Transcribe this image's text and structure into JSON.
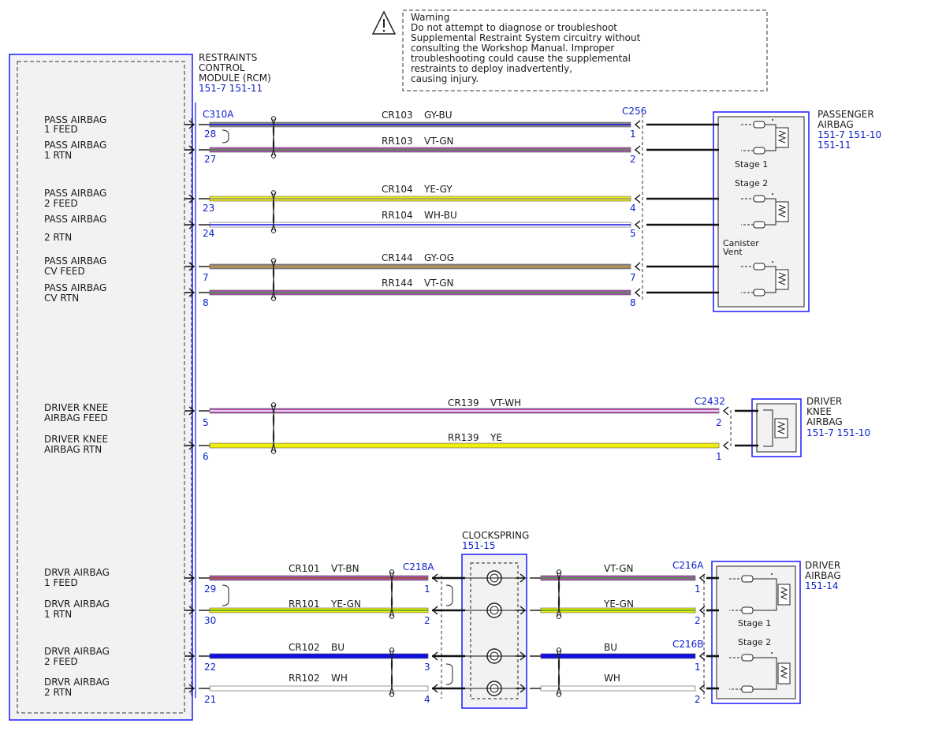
{
  "colors": {
    "frame_blue": "#1a1aff",
    "text_blue": "#0b1fcc",
    "module_fill": "#f2f2f2",
    "GY": "#8a8a8a",
    "BU": "#1010e0",
    "VT": "#b050b0",
    "GN": "#3a9a3a",
    "YE": "#f0ee10",
    "WH": "#ffffff",
    "OG": "#e08a1a",
    "BN": "#8a5a2a",
    "PK": "#f0a8f0"
  },
  "warning": {
    "lines": [
      "Warning",
      "Do not attempt to diagnose or troubleshoot",
      "Supplemental Restraint System circuitry without",
      "consulting the Workshop Manual. Improper",
      "troubleshooting could cause the supplemental",
      "restraints to deploy inadvertently,",
      "causing injury."
    ]
  },
  "rcm": {
    "title_lines": [
      "RESTRAINTS",
      "CONTROL",
      "MODULE (RCM)"
    ],
    "ref": "151-7  151-11",
    "connector": "C310A",
    "labels": [
      [
        "PASS AIRBAG",
        "1 FEED"
      ],
      [
        "PASS AIRBAG",
        "1 RTN"
      ],
      [
        "PASS AIRBAG",
        "2 FEED"
      ],
      [
        "PASS AIRBAG",
        ""
      ],
      [
        "2 RTN"
      ],
      [
        "PASS AIRBAG",
        "CV FEED"
      ],
      [
        "PASS AIRBAG",
        "CV RTN"
      ],
      [
        "DRIVER KNEE",
        "AIRBAG FEED"
      ],
      [
        "DRIVER KNEE",
        "AIRBAG RTN"
      ],
      [
        "DRVR AIRBAG",
        "1 FEED"
      ],
      [
        "DRVR AIRBAG",
        "1 RTN"
      ],
      [
        "DRVR AIRBAG",
        "2 FEED"
      ],
      [
        "DRVR AIRBAG",
        "2 RTN"
      ]
    ]
  },
  "passenger_airbag": {
    "title_lines": [
      "PASSENGER",
      "AIRBAG"
    ],
    "ref_lines": [
      "151-7  151-10",
      "151-11"
    ],
    "connector": "C256",
    "stage1": "Stage 1",
    "stage2": "Stage 2",
    "vent_lines": [
      "Canister",
      "Vent"
    ]
  },
  "knee_airbag": {
    "title_lines": [
      "DRIVER",
      "KNEE",
      "AIRBAG"
    ],
    "ref": "151-7  151-10",
    "connector": "C2432"
  },
  "clockspring": {
    "title": "CLOCKSPRING",
    "ref": "151-15",
    "connector_in": "C218A"
  },
  "driver_airbag": {
    "title_lines": [
      "DRIVER",
      "AIRBAG"
    ],
    "ref": "151-14",
    "connector_a": "C216A",
    "connector_b": "C216B",
    "stage1": "Stage 1",
    "stage2": "Stage 2"
  },
  "circuits": [
    {
      "circuit": "CR103",
      "color": "GY-BU",
      "rcm_pin": "28",
      "far_pin": "1"
    },
    {
      "circuit": "RR103",
      "color": "VT-GN",
      "rcm_pin": "27",
      "far_pin": "2"
    },
    {
      "circuit": "CR104",
      "color": "YE-GY",
      "rcm_pin": "23",
      "far_pin": "4"
    },
    {
      "circuit": "RR104",
      "color": "WH-BU",
      "rcm_pin": "24",
      "far_pin": "5"
    },
    {
      "circuit": "CR144",
      "color": "GY-OG",
      "rcm_pin": "7",
      "far_pin": "7"
    },
    {
      "circuit": "RR144",
      "color": "VT-GN",
      "rcm_pin": "8",
      "far_pin": "8"
    },
    {
      "circuit": "CR139",
      "color": "VT-WH",
      "rcm_pin": "5",
      "far_pin": "2"
    },
    {
      "circuit": "RR139",
      "color": "YE",
      "rcm_pin": "6",
      "far_pin": "1"
    },
    {
      "circuit": "CR101",
      "color": "VT-BN",
      "rcm_pin": "29",
      "far_pin": "1",
      "right_color": "VT-GN",
      "right_pin": "1"
    },
    {
      "circuit": "RR101",
      "color": "YE-GN",
      "rcm_pin": "30",
      "far_pin": "2",
      "right_color": "YE-GN",
      "right_pin": "2"
    },
    {
      "circuit": "CR102",
      "color": "BU",
      "rcm_pin": "22",
      "far_pin": "3",
      "right_color": "BU",
      "right_pin": "1"
    },
    {
      "circuit": "RR102",
      "color": "WH",
      "rcm_pin": "21",
      "far_pin": "4",
      "right_color": "WH",
      "right_pin": "2"
    }
  ]
}
